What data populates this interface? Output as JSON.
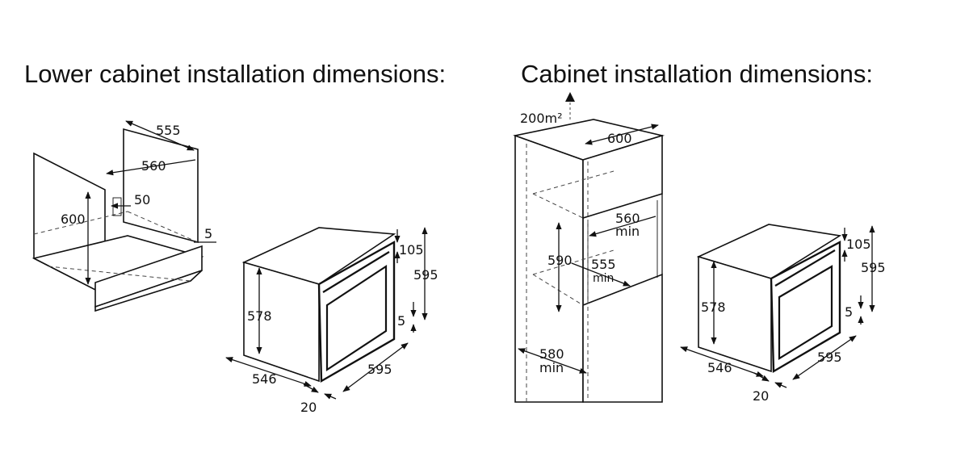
{
  "headings": {
    "lower_cabinet": "Lower cabinet installation dimensions:",
    "cabinet": "Cabinet installation dimensions:"
  },
  "lower_cabinet": {
    "cabinet_dims": {
      "d555": "555",
      "d560": "560",
      "d50": "50",
      "d600": "600",
      "d5": "5"
    },
    "oven_dims": {
      "d105": "105",
      "d595_height": "595",
      "d578": "578",
      "d5": "5",
      "d546": "546",
      "d595_width": "595",
      "d20": "20"
    }
  },
  "tall_cabinet": {
    "cabinet_dims": {
      "vent": "200m²",
      "d600": "600",
      "d560": "560",
      "d560_min": "min",
      "d590": "590",
      "d555": "555",
      "d555_min": "min",
      "d580": "580",
      "d580_min": "min"
    },
    "oven_dims": {
      "d105": "105",
      "d595_height": "595",
      "d578": "578",
      "d5": "5",
      "d546": "546",
      "d595_width": "595",
      "d20": "20"
    }
  }
}
